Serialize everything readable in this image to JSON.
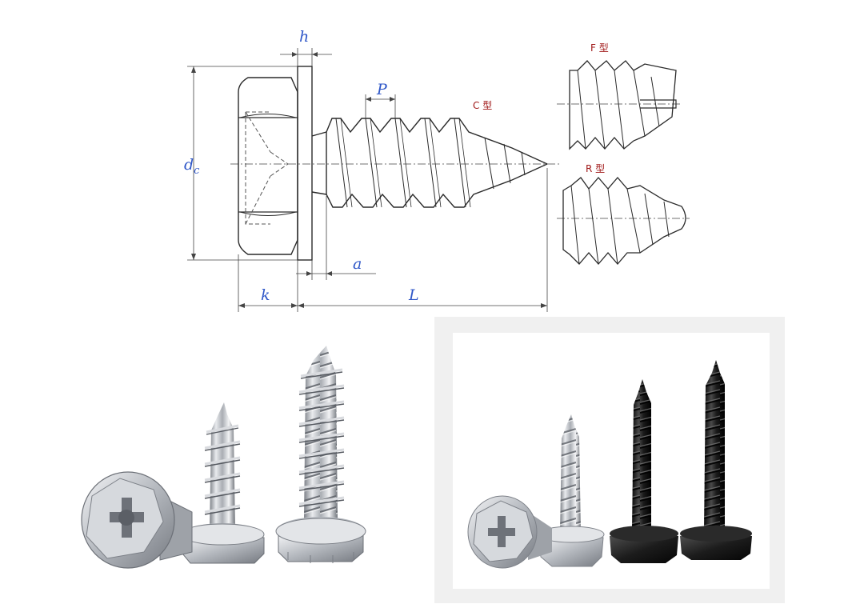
{
  "diagram": {
    "labels": {
      "h": "h",
      "p": "P",
      "dc_main": "d",
      "dc_sub": "c",
      "a": "a",
      "k": "k",
      "l": "L"
    },
    "types": {
      "c": "C 型",
      "f": "F 型",
      "r": "R 型"
    }
  },
  "colors": {
    "dimension_label": "#2f57c8",
    "type_label": "#a01818",
    "line": "#2a2a2a",
    "panel_bg": "#f0f0f0"
  },
  "photos": {
    "left": [
      "hex-washer-head-screw-silver-side",
      "hex-washer-head-screw-silver-short",
      "hex-washer-head-screw-silver-long"
    ],
    "right": [
      "hex-washer-head-screw-silver-side",
      "hex-washer-head-screw-silver-upright",
      "hex-washer-head-screw-black-short",
      "hex-washer-head-screw-black-long"
    ]
  }
}
